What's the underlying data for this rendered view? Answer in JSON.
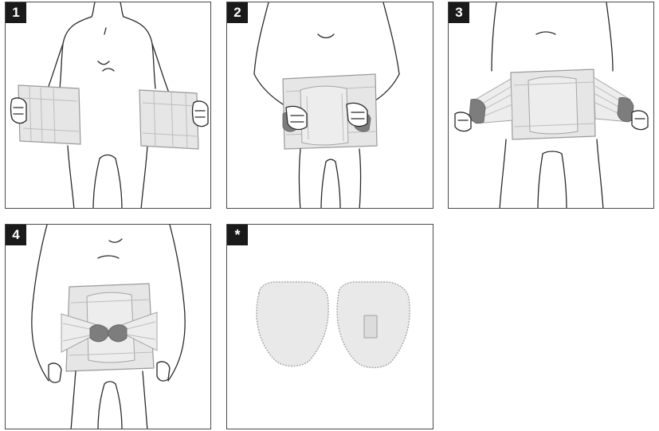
{
  "panels": [
    {
      "label": "1"
    },
    {
      "label": "2"
    },
    {
      "label": "3"
    },
    {
      "label": "4"
    },
    {
      "label": "*"
    }
  ],
  "colors": {
    "belt": "#e6e6e6",
    "grip": "#7d7d7d",
    "outline": "#2a2a2a",
    "badge": "#1a1a1a"
  }
}
